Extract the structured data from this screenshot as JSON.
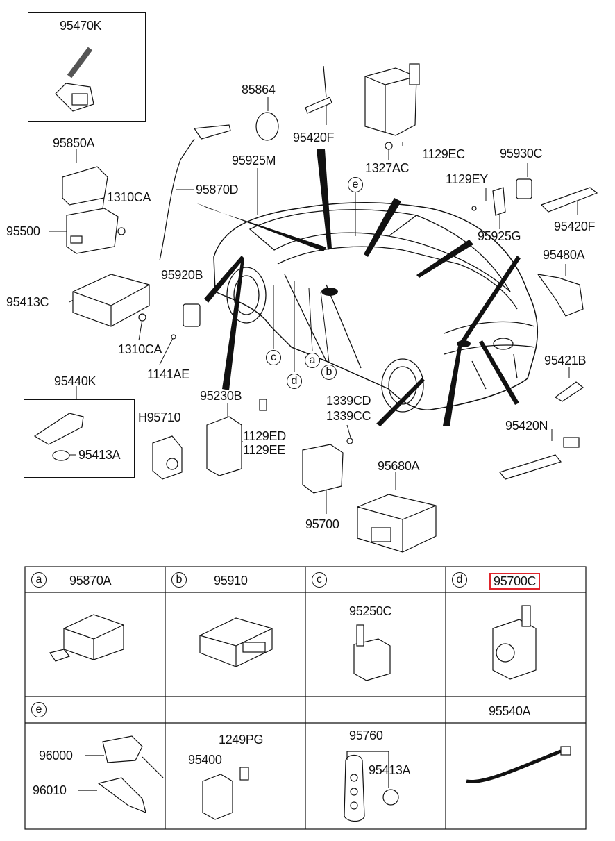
{
  "colors": {
    "line": "#111111",
    "highlight": "#e0242b",
    "background": "#ffffff"
  },
  "parts": {
    "p95470K": "95470K",
    "p95850A": "95850A",
    "p1310CA_a": "1310CA",
    "p95500": "95500",
    "p95413C": "95413C",
    "p1310CA_b": "1310CA",
    "p95870D": "95870D",
    "p95920B": "95920B",
    "p1141AE": "1141AE",
    "p85864": "85864",
    "p95420F_a": "95420F",
    "p95925M": "95925M",
    "p1129EC": "1129EC",
    "p1327AC": "1327AC",
    "p95930C": "95930C",
    "p1129EY": "1129EY",
    "p95925G": "95925G",
    "p95420F_b": "95420F",
    "p95480A": "95480A",
    "p95421B": "95421B",
    "p95420N": "95420N",
    "p95440K": "95440K",
    "p95413A_a": "95413A",
    "pH95710": "H95710",
    "p95230B": "95230B",
    "p1129ED": "1129ED",
    "p1129EE": "1129EE",
    "p1339CD": "1339CD",
    "p1339CC": "1339CC",
    "p95700": "95700",
    "p95680A": "95680A"
  },
  "callouts": {
    "a": "a",
    "b": "b",
    "c": "c",
    "d": "d",
    "e": "e"
  },
  "table": {
    "cell_a": "95870A",
    "cell_b": "95910",
    "cell_c": "95250C",
    "cell_d": "95700C",
    "cell_e1": "96000",
    "cell_e2": "96010",
    "cell_f1": "1249PG",
    "cell_f2": "95400",
    "cell_g1": "95760",
    "cell_g2": "95413A",
    "cell_h": "95540A"
  }
}
